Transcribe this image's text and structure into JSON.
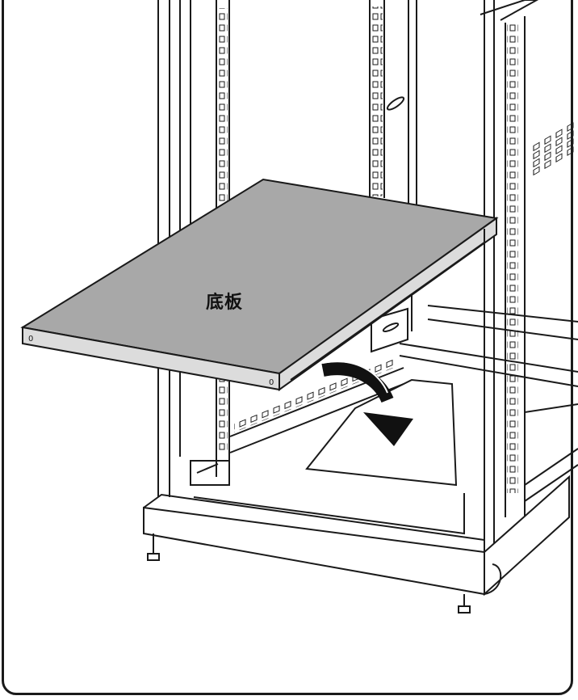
{
  "figure": {
    "callout_label": "底板",
    "bracket_marks": [
      "0",
      "0"
    ],
    "colors": {
      "panel_fill": "#a8a8a8",
      "panel_edge": "#d4d4d4",
      "line": "#1a1a1a",
      "arrow": "#111111",
      "background": "#ffffff"
    },
    "icons": {
      "direction": "curved-arrow-down-icon"
    }
  }
}
